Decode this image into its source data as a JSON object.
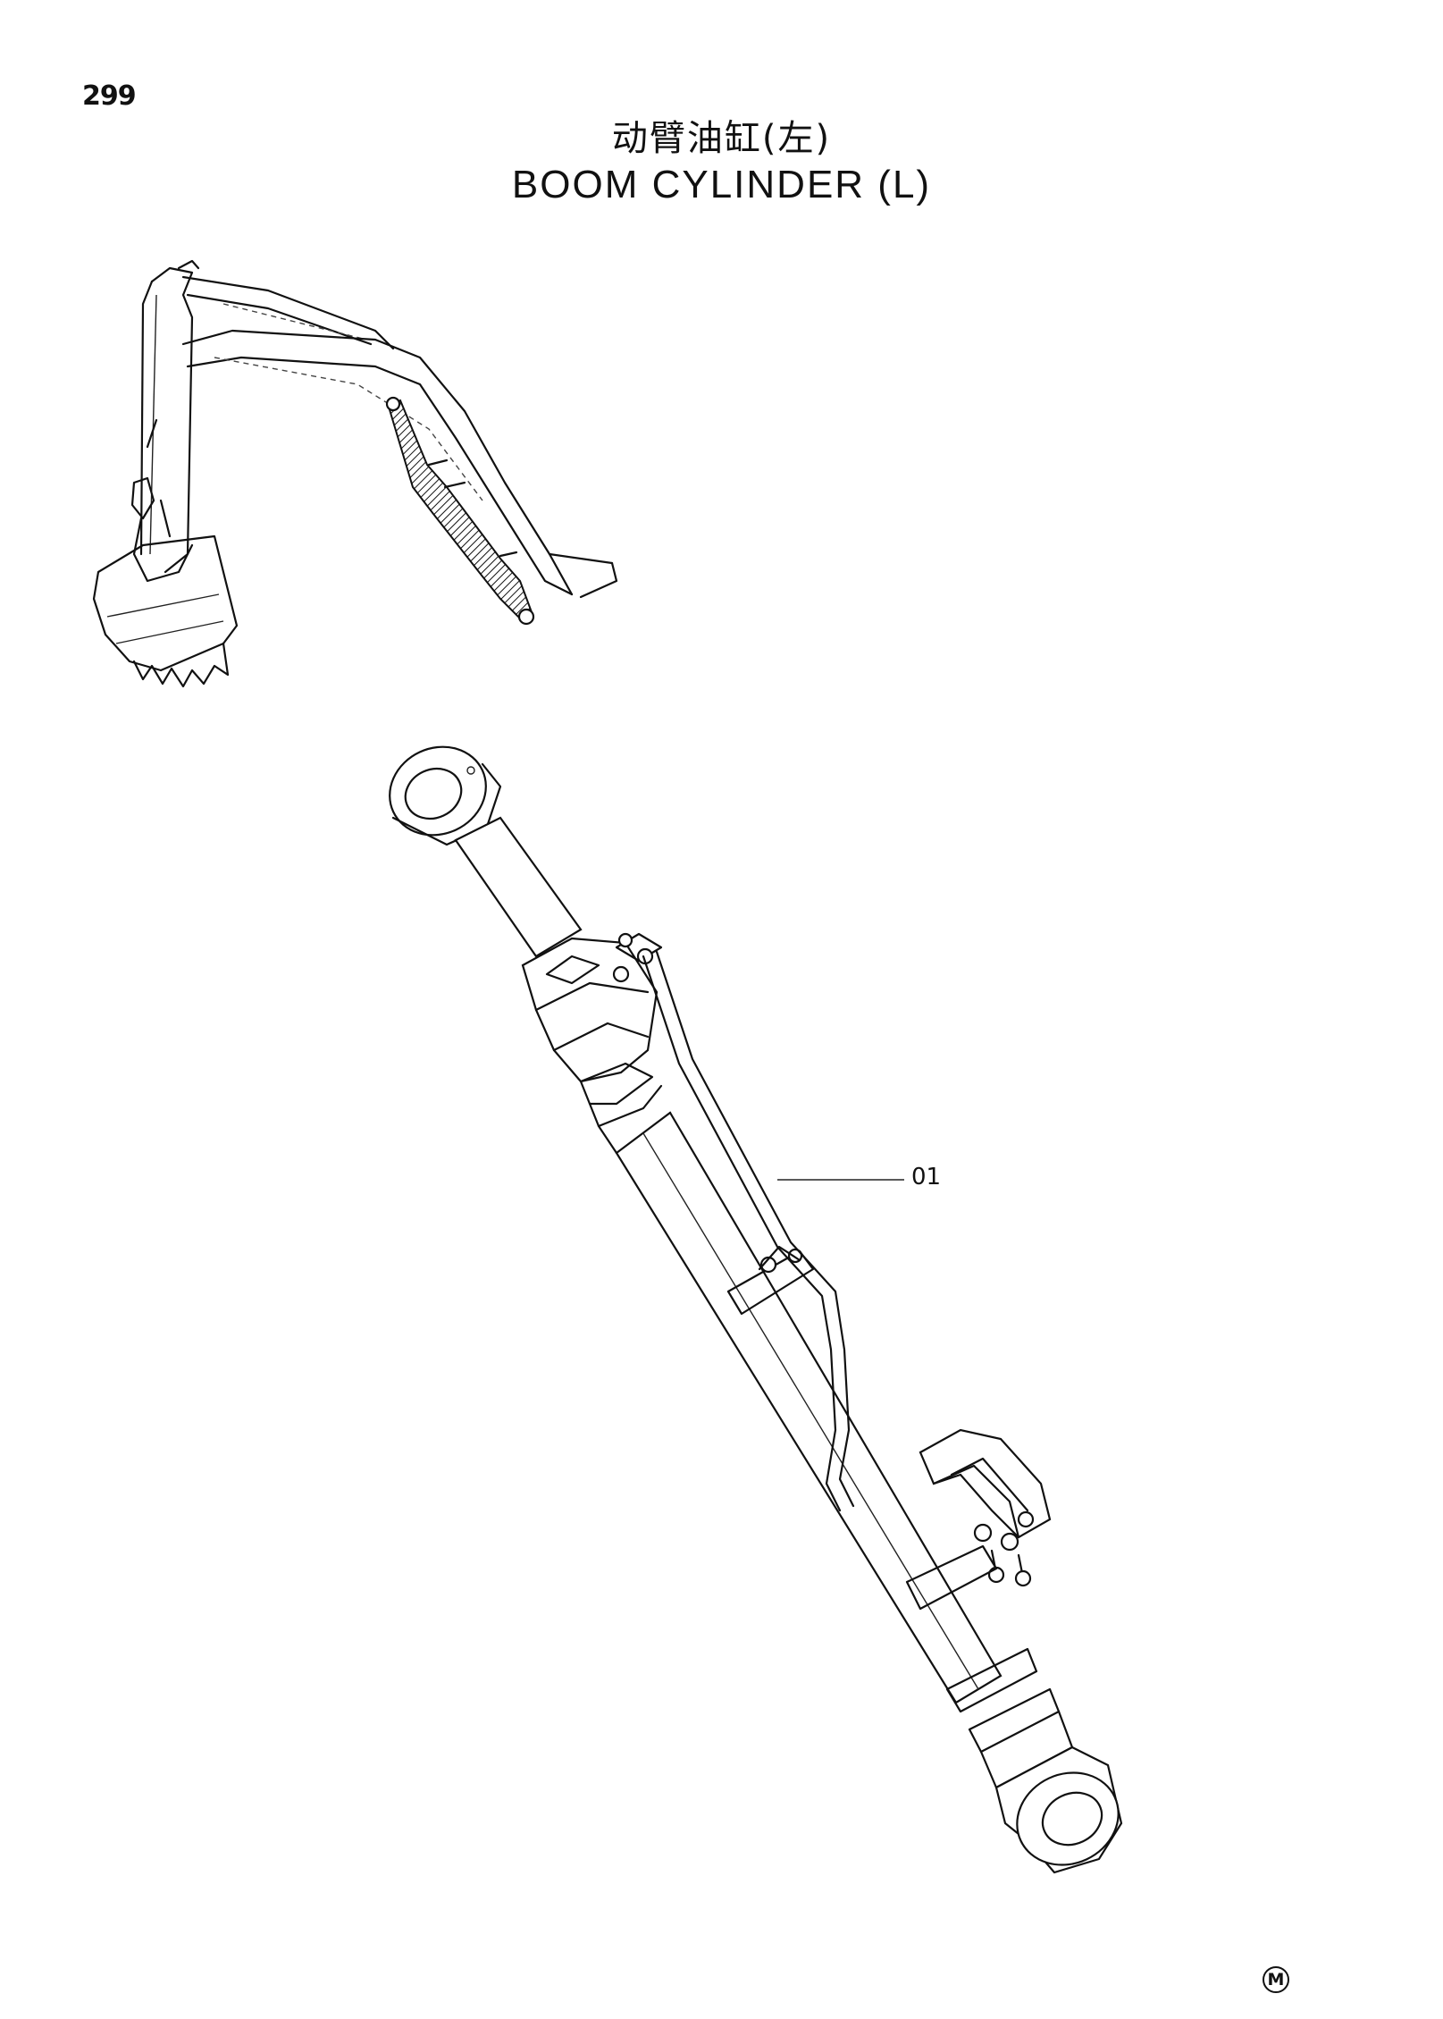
{
  "page": {
    "number": "299",
    "title_cn": "动臂油缸(左)",
    "title_en": "BOOM CYLINDER (L)"
  },
  "diagram": {
    "callouts": [
      {
        "label": "01"
      }
    ],
    "mark": "M"
  }
}
